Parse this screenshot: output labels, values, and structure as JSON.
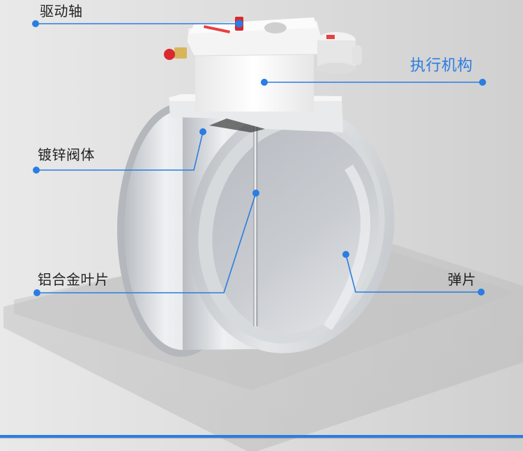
{
  "theme": {
    "accent": "#2a7de1",
    "label_color": "#222222",
    "background_left": "#e9e9e9",
    "background_right": "#d0d0d0"
  },
  "product": {
    "name": "damper-valve",
    "parts": [
      "drive-shaft",
      "actuator",
      "galvanized-body",
      "aluminum-blade",
      "spring-strip"
    ]
  },
  "callouts": [
    {
      "id": "drive-shaft",
      "label": "驱动轴",
      "highlight": false
    },
    {
      "id": "actuator",
      "label": "执行机构",
      "highlight": true
    },
    {
      "id": "galvanized-body",
      "label": "镀锌阀体",
      "highlight": false
    },
    {
      "id": "aluminum-blade",
      "label": "铝合金叶片",
      "highlight": false
    },
    {
      "id": "spring-strip",
      "label": "弹片",
      "highlight": false
    }
  ]
}
